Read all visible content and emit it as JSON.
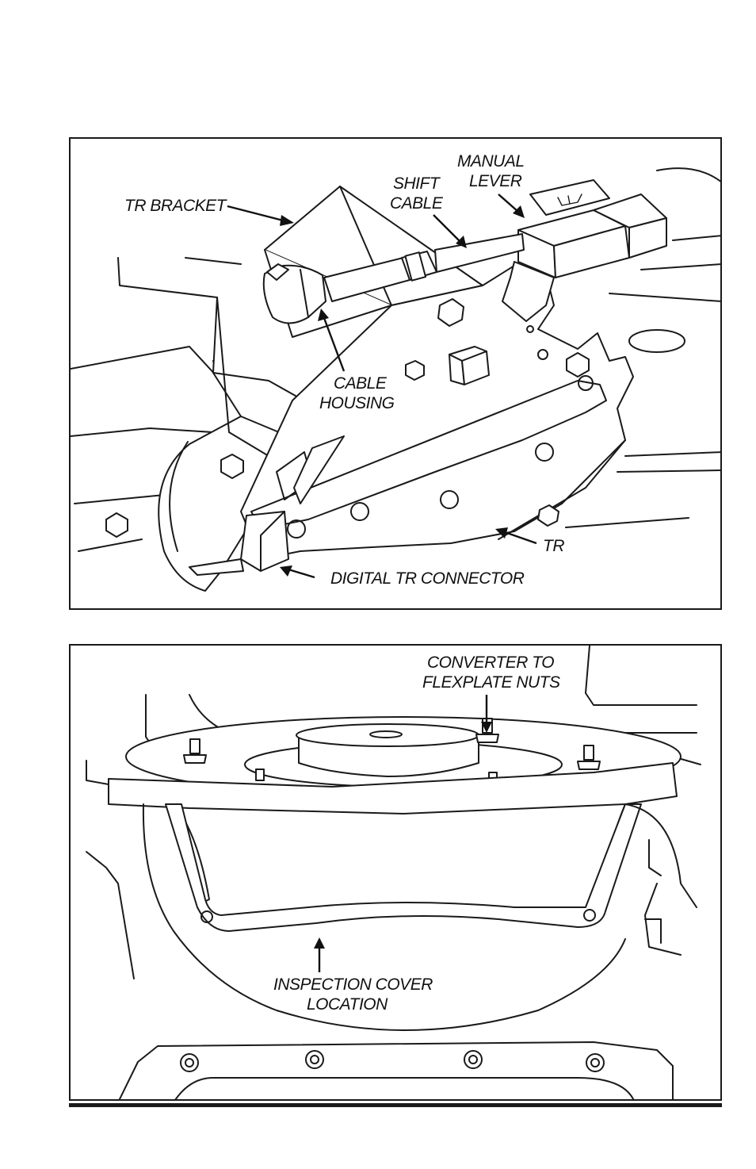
{
  "figure_top": {
    "labels": {
      "tr_bracket": "TR BRACKET",
      "shift_cable_1": "SHIFT",
      "shift_cable_2": "CABLE",
      "manual_lever_1": "MANUAL",
      "manual_lever_2": "LEVER",
      "cable_housing_1": "CABLE",
      "cable_housing_2": "HOUSING",
      "tr": "TR",
      "digital_tr_connector": "DIGITAL TR CONNECTOR"
    }
  },
  "figure_bottom": {
    "labels": {
      "converter_1": "CONVERTER TO",
      "converter_2": "FLEXPLATE NUTS",
      "inspection_1": "INSPECTION COVER",
      "inspection_2": "LOCATION"
    }
  }
}
